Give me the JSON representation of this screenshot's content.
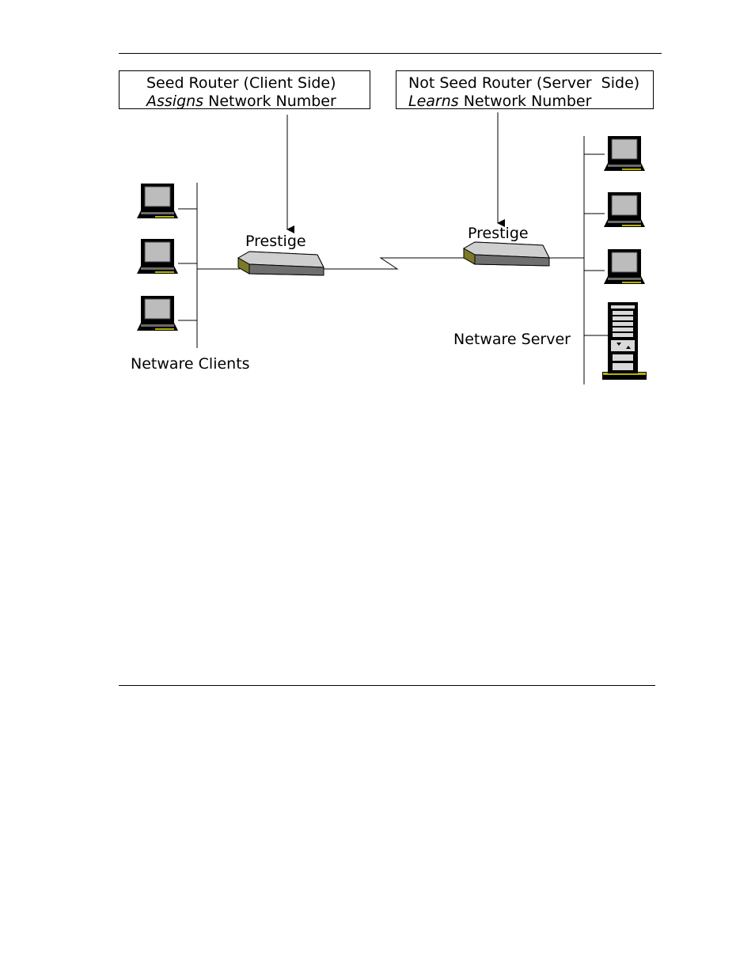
{
  "diagram": {
    "seed_box": {
      "line1": "Seed Router (Client Side)",
      "line2_em": "Assigns",
      "line2_rest": " Network Number"
    },
    "nonseed_box": {
      "line1": "Not Seed Router (Server  Side)",
      "line2_em": "Learns",
      "line2_rest": " Network Number"
    },
    "left_router_label": "Prestige",
    "right_router_label": "Prestige",
    "clients_label": "Netware Clients",
    "server_label": "Netware Server"
  },
  "colors": {
    "screen": "#bcbcbc",
    "router_body": "#8c8c8c",
    "router_top": "#cfcfcf",
    "router_face": "#6f6f6f",
    "router_front": "#7a7a2a",
    "server_body": "#d9d9d9"
  }
}
